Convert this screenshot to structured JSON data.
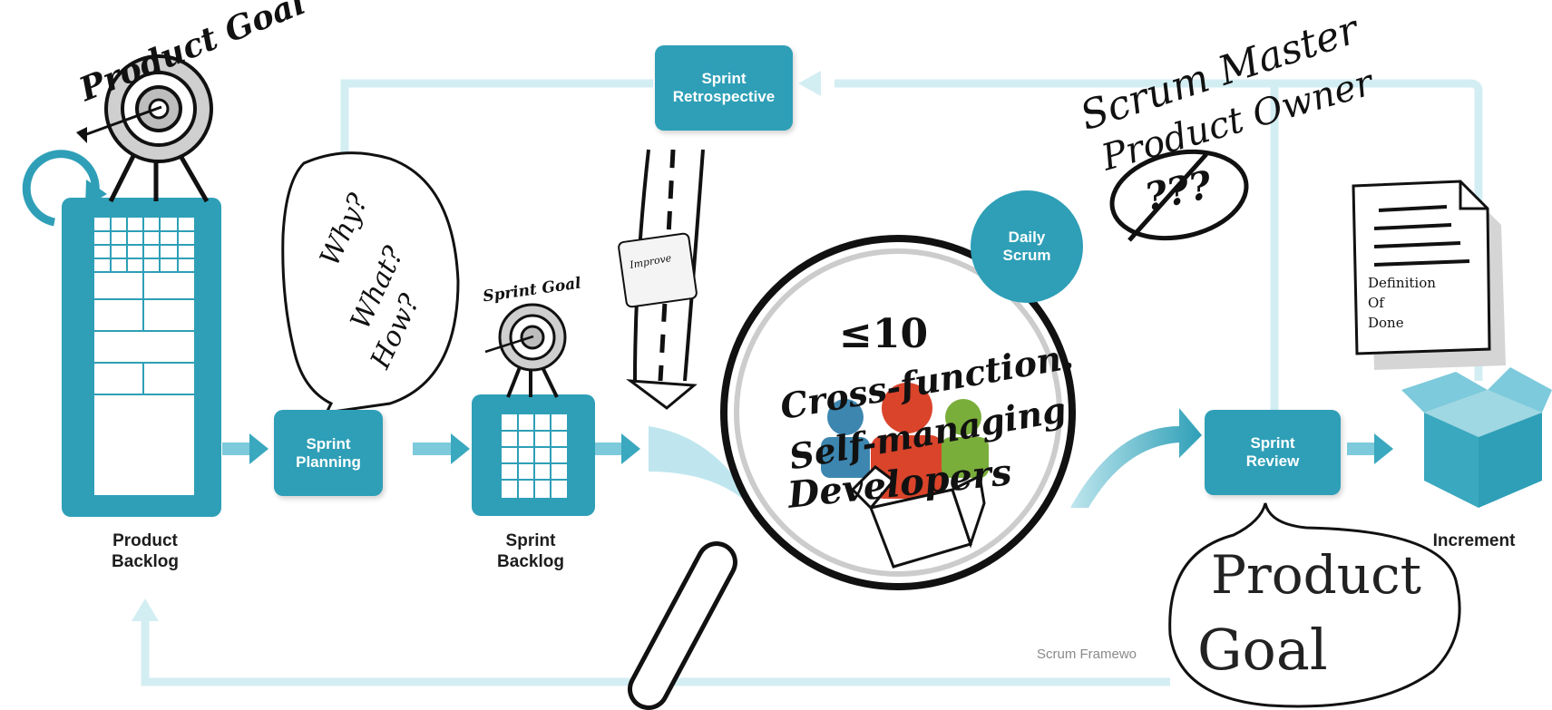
{
  "colors": {
    "teal": "#2e9fb7",
    "light_teal": "#cfeef3",
    "arrow_teal": "#3aa8bf",
    "red": "#d9442b",
    "green": "#7aae3b",
    "blue": "#3d86b0"
  },
  "boxes": {
    "sprint_planning": "Sprint\nPlanning",
    "sprint_retrospective": "Sprint\nRetrospective",
    "daily_scrum": "Daily\nScrum",
    "sprint_review": "Sprint\nReview"
  },
  "labels": {
    "product_backlog": "Product\nBacklog",
    "sprint_backlog": "Sprint\nBacklog",
    "increment": "Increment"
  },
  "sketch": {
    "product_goal_top": "Product Goal",
    "sprint_goal": "Sprint Goal",
    "speech_why": "Why?",
    "speech_what": "What?",
    "speech_how": "How?",
    "improve_note": "Improve",
    "scrum_master": "Scrum Master",
    "product_owner": "Product Owner",
    "question_marks": "???",
    "team_size": "≤10",
    "team_line1": "Cross-function.",
    "team_line2": "Self-managing",
    "team_line3": "Developers",
    "dod_1": "Definition",
    "dod_2": "Of",
    "dod_3": "Done",
    "product_goal_bubble_1": "Product",
    "product_goal_bubble_2": "Goal"
  },
  "caption": "Scrum Framewo",
  "icons": {
    "target_top": "target-icon",
    "target_sprint": "target-icon",
    "loop_arrow": "refresh-arrow-icon",
    "magnifier": "magnifying-glass-icon",
    "box": "open-box-icon",
    "document": "document-icon",
    "people": "people-icon"
  }
}
